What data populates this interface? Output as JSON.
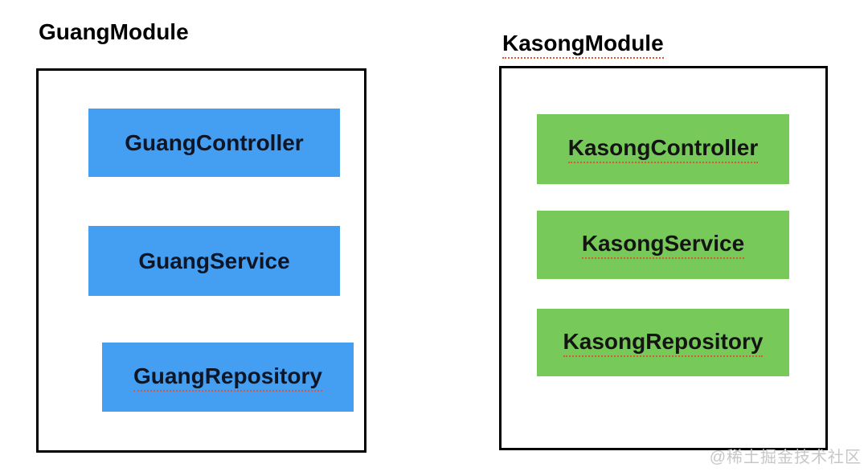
{
  "diagram": {
    "modules": [
      {
        "title": "GuangModule",
        "title_underlined": false,
        "box_color": "#449ef2",
        "boxes": [
          {
            "label": "GuangController",
            "underlined": false
          },
          {
            "label": "GuangService",
            "underlined": false
          },
          {
            "label": "GuangRepository",
            "underlined": true
          }
        ]
      },
      {
        "title": "KasongModule",
        "title_underlined": true,
        "box_color": "#77c95a",
        "boxes": [
          {
            "label": "KasongController",
            "underlined": true
          },
          {
            "label": "KasongService",
            "underlined": true
          },
          {
            "label": "KasongRepository",
            "underlined": true
          }
        ]
      }
    ],
    "colors": {
      "blue_component": "#449ef2",
      "green_component": "#77c95a",
      "module_border": "#000000",
      "spellcheck_underline": "#d65a3a",
      "watermark_gray": "#c7c7c7"
    },
    "watermark": "@稀土掘金技术社区"
  }
}
